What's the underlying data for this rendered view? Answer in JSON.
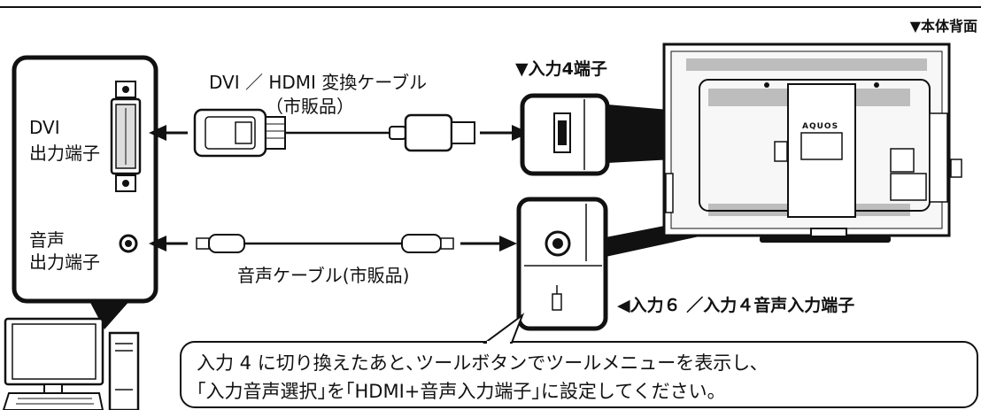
{
  "header": {
    "back_label": "▼本体背面"
  },
  "cable_dvi": {
    "line1": "DVI ／ HDMI 変換ケーブル",
    "line2": "（市販品）"
  },
  "input4": {
    "label": "▼入力4端子"
  },
  "pc": {
    "dvi_line1": "DVI",
    "dvi_line2": "出力端子",
    "audio_line1": "音声",
    "audio_line2": "出力端子"
  },
  "cable_audio": {
    "label": "音声ケーブル(市販品)"
  },
  "audio_input": {
    "label": "◀入力６ ／入力４音声入力端子"
  },
  "tv": {
    "brand": "AQUOS"
  },
  "note": {
    "line1": "入力 4 に切り換えたあと､ツールボタンでツールメニューを表示し､",
    "line2": "｢入力音声選択｣を｢HDMI+音声入力端子｣に設定してください。"
  },
  "colors": {
    "line": "#111111",
    "panel_gray": "#bdbdbd",
    "bg": "#ffffff"
  }
}
